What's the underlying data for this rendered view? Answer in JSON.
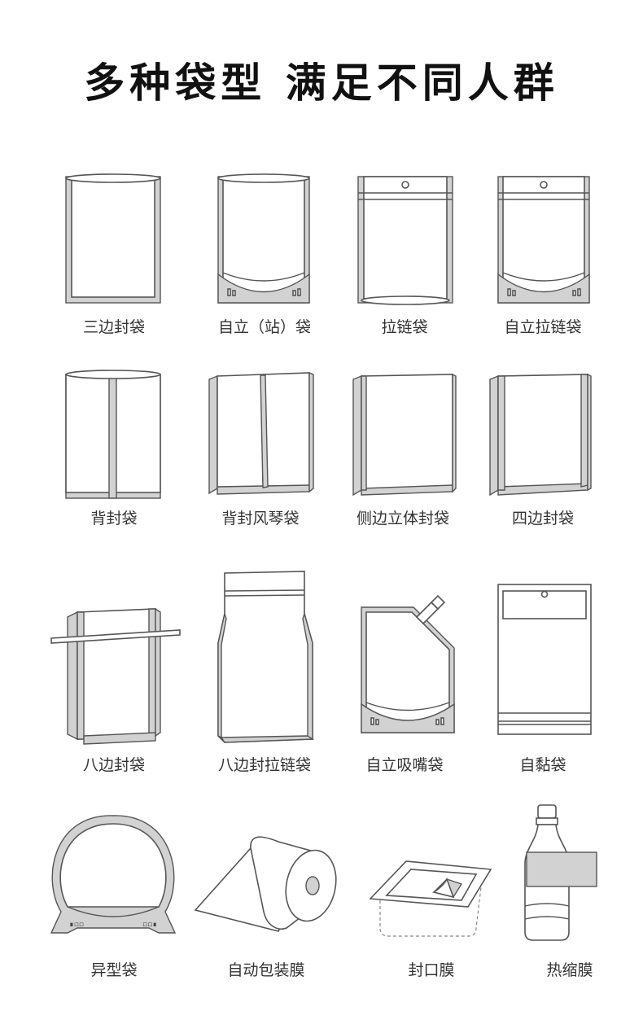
{
  "title": "多种袋型 满足不同人群",
  "items": [
    {
      "label": "三边封袋",
      "icon": "three-side-seal-bag-icon"
    },
    {
      "label": "自立（站）袋",
      "icon": "stand-up-pouch-icon"
    },
    {
      "label": "拉链袋",
      "icon": "zipper-bag-icon"
    },
    {
      "label": "自立拉链袋",
      "icon": "stand-up-zipper-bag-icon"
    },
    {
      "label": "背封袋",
      "icon": "back-seal-bag-icon"
    },
    {
      "label": "背封风琴袋",
      "icon": "back-seal-gusset-bag-icon"
    },
    {
      "label": "侧边立体封袋",
      "icon": "side-gusset-bag-icon"
    },
    {
      "label": "四边封袋",
      "icon": "four-side-seal-bag-icon"
    },
    {
      "label": "八边封袋",
      "icon": "eight-side-seal-bag-icon"
    },
    {
      "label": "八边封拉链袋",
      "icon": "eight-side-zipper-bag-icon"
    },
    {
      "label": "自立吸嘴袋",
      "icon": "spout-pouch-icon"
    },
    {
      "label": "自黏袋",
      "icon": "self-adhesive-bag-icon"
    },
    {
      "label": "异型袋",
      "icon": "shaped-bag-icon"
    },
    {
      "label": "自动包装膜",
      "icon": "film-roll-icon"
    },
    {
      "label": "封口膜",
      "icon": "sealing-film-icon"
    },
    {
      "label": "热缩膜",
      "icon": "shrink-film-bottle-icon"
    }
  ]
}
